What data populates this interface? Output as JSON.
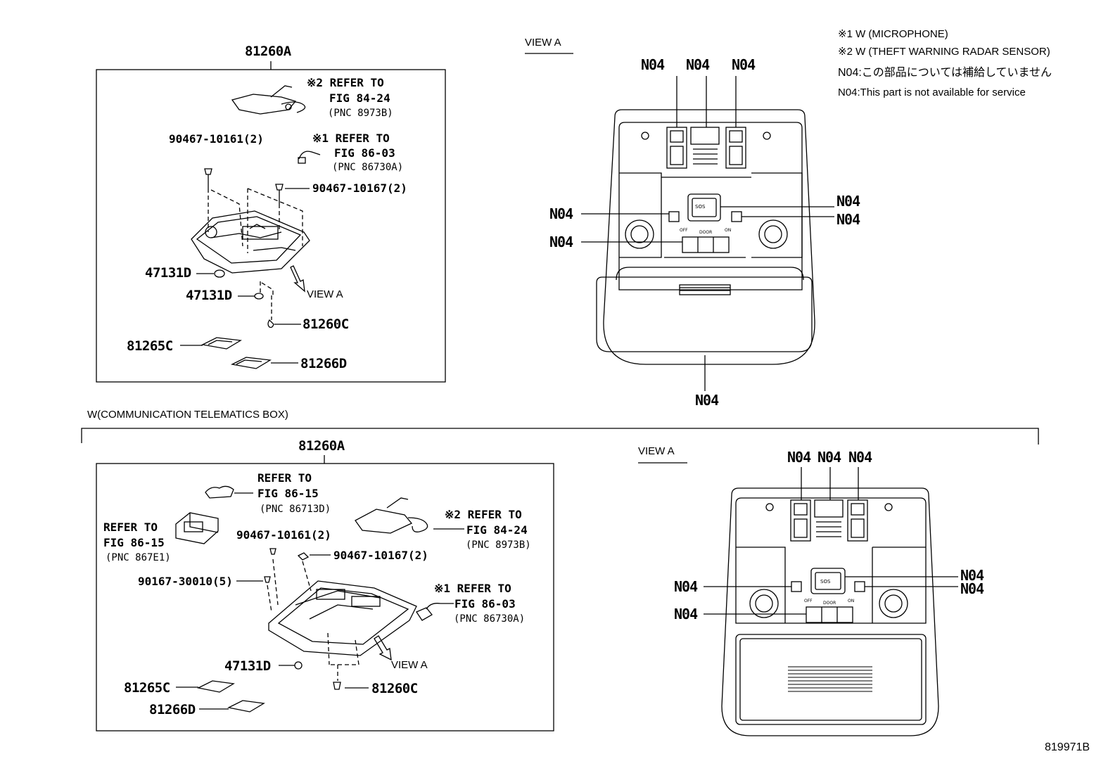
{
  "notes": {
    "w1": "※1 W (MICROPHONE)",
    "w2": "※2 W (THEFT WARNING RADAR SENSOR)",
    "n04_jp": "N04:この部品については補給していません",
    "n04_en": "N04:This part is not available for service"
  },
  "section_label": "W(COMMUNICATION TELEMATICS BOX)",
  "figure_id": "819971B",
  "view_a": "VIEW A",
  "n04": "N04",
  "top": {
    "assembly": "81260A",
    "ref2_l1": "※2 REFER TO",
    "ref2_l2": "FIG 84-24",
    "ref2_pnc": "(PNC 8973B)",
    "bolt1": "90467-10161(2)",
    "ref1_l1": "※1 REFER TO",
    "ref1_l2": "FIG 86-03",
    "ref1_pnc": "(PNC 86730A)",
    "bolt2": "90467-10167(2)",
    "lens_a": "47131D",
    "lens_b": "47131D",
    "view_arrow": "VIEW A",
    "bulb": "81260C",
    "cover_a": "81265C",
    "cover_b": "81266D"
  },
  "bottom": {
    "assembly": "81260A",
    "ref_a_l1": "REFER TO",
    "ref_a_l2": "FIG 86-15",
    "ref_a_pnc": "(PNC 86713D)",
    "ref_b_l1": "REFER TO",
    "ref_b_l2": "FIG 86-15",
    "ref_b_pnc": "(PNC 867E1)",
    "ref2_l1": "※2 REFER TO",
    "ref2_l2": "FIG 84-24",
    "ref2_pnc": "(PNC 8973B)",
    "bolt1": "90467-10161(2)",
    "bolt2": "90467-10167(2)",
    "screw": "90167-30010(5)",
    "ref1_l1": "※1 REFER TO",
    "ref1_l2": "FIG 86-03",
    "ref1_pnc": "(PNC 86730A)",
    "view_arrow": "VIEW A",
    "lens": "47131D",
    "bulb": "81260C",
    "cover_a": "81265C",
    "cover_b": "81266D"
  },
  "console_marks": {
    "off": "OFF",
    "door": "DOOR",
    "on": "ON",
    "sos": "SOS"
  }
}
